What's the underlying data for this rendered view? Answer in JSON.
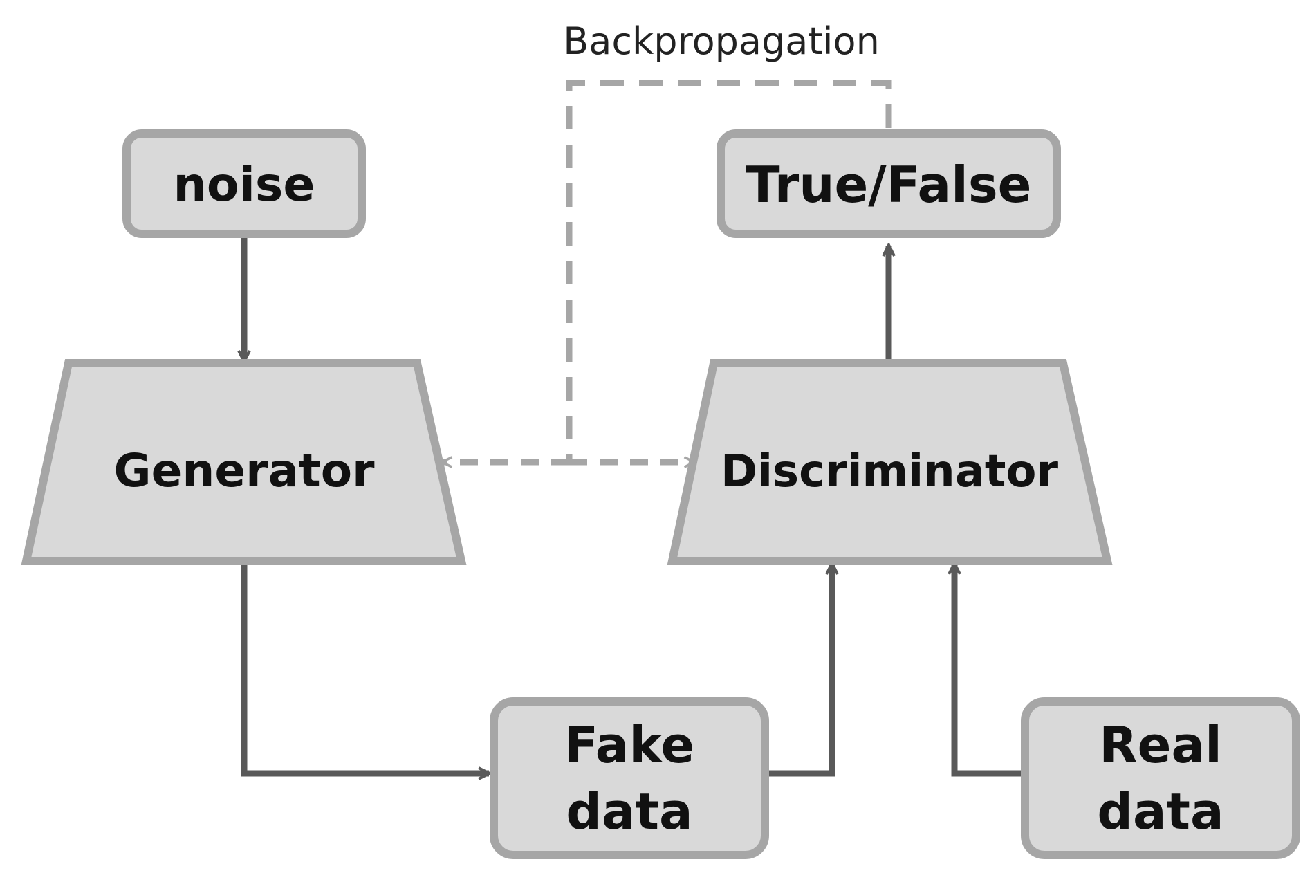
{
  "colors": {
    "node_fill": "#d9d9d9",
    "node_border": "#a6a6a6",
    "solid_arrow": "#595959",
    "dashed_arrow": "#a6a6a6",
    "text": "#111111"
  },
  "labels": {
    "backpropagation": "Backpropagation",
    "noise": "noise",
    "true_false": "True/False",
    "generator": "Generator",
    "discriminator": "Discriminator",
    "fake_data_line1": "Fake",
    "fake_data_line2": "data",
    "real_data_line1": "Real",
    "real_data_line2": "data"
  }
}
